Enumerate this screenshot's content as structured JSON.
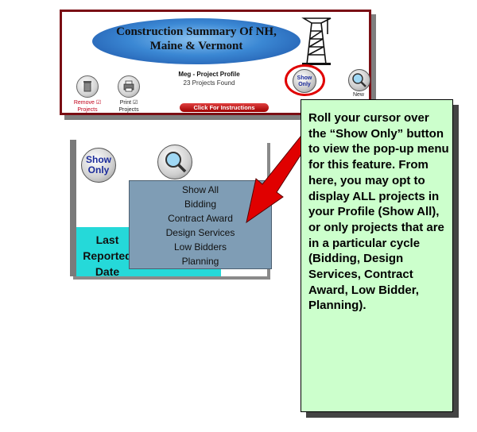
{
  "header": {
    "title_line1": "Construction Summary Of NH,",
    "title_line2": "Maine & Vermont",
    "profile_name": "Meg - Project Profile",
    "projects_found": "23 Projects Found",
    "instructions_button": "Click For Instructions"
  },
  "toolbar": {
    "remove_label_line1": "Remove ☑",
    "remove_label_line2": "Projects",
    "print_label_line1": "Print ☑",
    "print_label_line2": "Projects",
    "show_only_small_line1": "Show",
    "show_only_small_line2": "Only",
    "new_label": "New"
  },
  "zoomed": {
    "show_only_line1": "Show",
    "show_only_line2": "Only",
    "column_text_line1": "Last",
    "column_text_line2": "Reported",
    "column_text_line3": "Date"
  },
  "popup_menu": {
    "items": [
      "Show All",
      "Bidding",
      "Contract Award",
      "Design Services",
      "Low Bidders",
      "Planning"
    ]
  },
  "callout": {
    "text": "Roll your cursor over the “Show Only” button to view the pop-up menu for this feature. From here, you may opt to display ALL projects in your Profile (Show All), or only projects that are in a particular cycle (Bidding, Design Services, Contract Award, Low Bidder, Planning)."
  },
  "colors": {
    "header_border": "#7a0e14",
    "highlight_oval": "#e00000",
    "arrow": "#e00000",
    "callout_bg": "#ccffcc",
    "popup_bg": "#7f9db5",
    "column_bg": "#25d9d9"
  }
}
